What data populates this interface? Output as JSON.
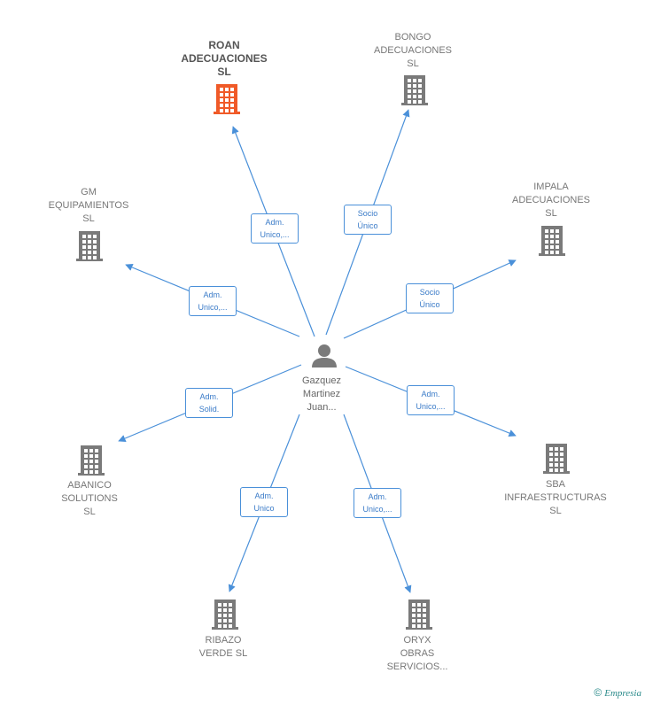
{
  "center": {
    "name": "Gazquez\nMartinez\nJuan..."
  },
  "companies": [
    {
      "id": "roan",
      "name": "ROAN\nADECUACIONES\nSL",
      "highlight": true,
      "relation": "Adm.\nUnico,..."
    },
    {
      "id": "bongo",
      "name": "BONGO\nADECUACIONES\nSL",
      "highlight": false,
      "relation": "Socio\nÚnico"
    },
    {
      "id": "gm",
      "name": "GM\nEQUIPAMIENTOS\nSL",
      "highlight": false,
      "relation": "Adm.\nUnico,..."
    },
    {
      "id": "impala",
      "name": "IMPALA\nADECUACIONES\nSL",
      "highlight": false,
      "relation": "Socio\nÚnico"
    },
    {
      "id": "abanico",
      "name": "ABANICO\nSOLUTIONS\nSL",
      "highlight": false,
      "relation": "Adm.\nSolid."
    },
    {
      "id": "sba",
      "name": "SBA\nINFRAESTRUCTURAS\nSL",
      "highlight": false,
      "relation": "Adm.\nUnico,..."
    },
    {
      "id": "ribazo",
      "name": "RIBAZO\nVERDE  SL",
      "highlight": false,
      "relation": "Adm.\nUnico"
    },
    {
      "id": "oryx",
      "name": "ORYX\nOBRAS\nSERVICIOS...",
      "highlight": false,
      "relation": "Adm.\nUnico,..."
    }
  ],
  "footer": {
    "copyright": "©",
    "brand": "Empresia"
  },
  "colors": {
    "edge": "#4a90d9",
    "building": "#7a7a7a",
    "highlight": "#f05a28",
    "person": "#7a7a7a"
  }
}
